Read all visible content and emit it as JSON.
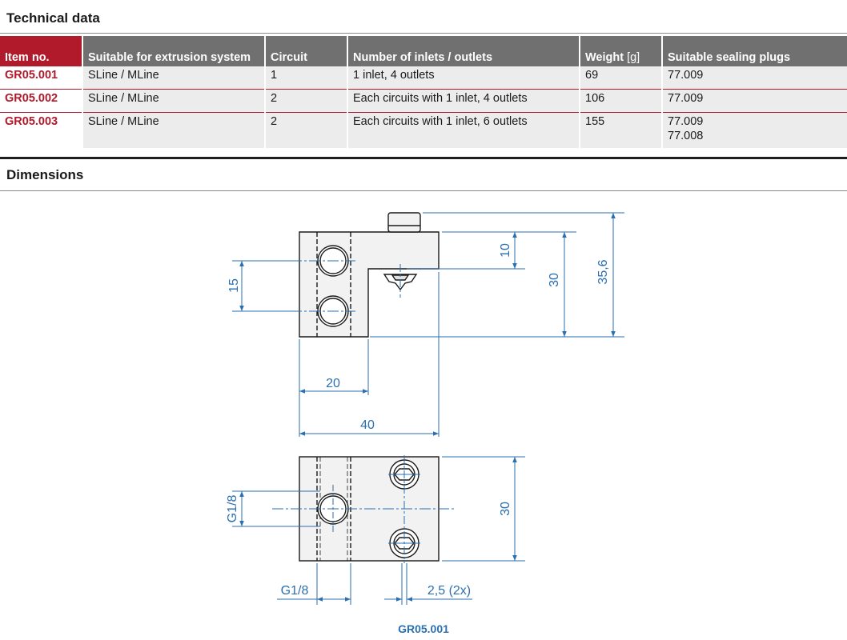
{
  "technical_data": {
    "title": "Technical data",
    "headers": {
      "item_no": "Item no.",
      "system": "Suitable for extrusion system",
      "circuit": "Circuit",
      "inlets_outlets": "Number of inlets / outlets",
      "weight": "Weight",
      "weight_unit": "[g]",
      "sealing_plugs": "Suitable sealing plugs"
    },
    "rows": [
      {
        "item_no": "GR05.001",
        "system": "SLine / MLine",
        "circuit": "1",
        "inlets_outlets": "1 inlet, 4 outlets",
        "weight": "69",
        "plugs": [
          "77.009"
        ]
      },
      {
        "item_no": "GR05.002",
        "system": "SLine / MLine",
        "circuit": "2",
        "inlets_outlets": "Each circuits with 1 inlet, 4 outlets",
        "weight": "106",
        "plugs": [
          "77.009"
        ]
      },
      {
        "item_no": "GR05.003",
        "system": "SLine / MLine",
        "circuit": "2",
        "inlets_outlets": "Each circuits with 1 inlet, 6 outlets",
        "weight": "155",
        "plugs": [
          "77.009",
          "77.008"
        ]
      }
    ]
  },
  "dimensions": {
    "title": "Dimensions",
    "labels": {
      "d15": "15",
      "d10": "10",
      "d30_top": "30",
      "d35_6": "35,6",
      "d20": "20",
      "d40": "40",
      "g18_left": "G1/8",
      "d30_bottom": "30",
      "g18_bottom": "G1/8",
      "d2_5": "2,5 (2x)"
    },
    "caption": "GR05.001"
  },
  "colors": {
    "accent_red": "#b01a2a",
    "header_gray": "#707070",
    "dimension_blue": "#2a6fb0",
    "row_bg": "#ececec"
  }
}
